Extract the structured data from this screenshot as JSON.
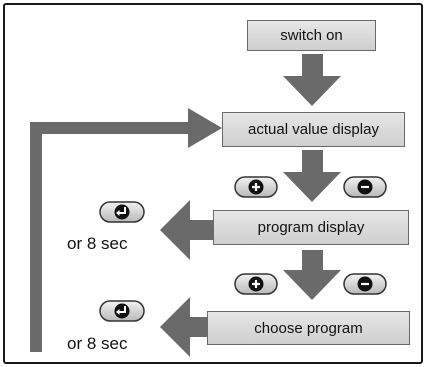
{
  "steps": {
    "switch_on": "switch on",
    "actual_value_display": "actual value display",
    "program_display": "program display",
    "choose_program": "choose program"
  },
  "side_labels": {
    "first": "or 8 sec",
    "second": "or 8 sec"
  },
  "icons": [
    "plus-key-icon",
    "minus-key-icon",
    "enter-key-icon"
  ],
  "colors": {
    "arrow": "#6a6a6a",
    "box_fill": "#dcdcdc",
    "frame": "#1a1a1a"
  }
}
